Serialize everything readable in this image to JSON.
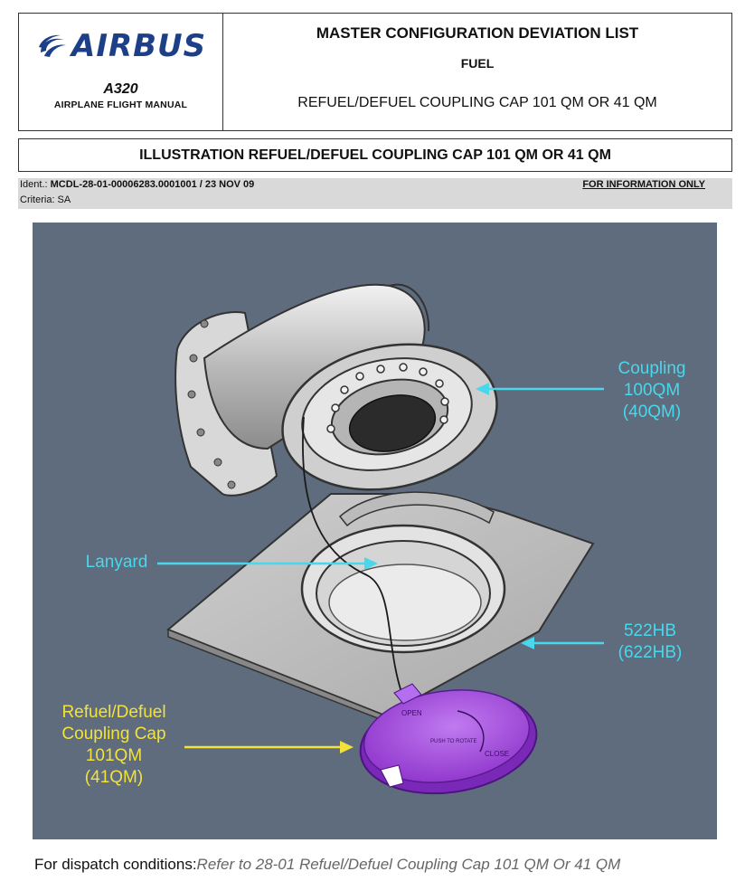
{
  "header": {
    "brand": "AIRBUS",
    "model": "A320",
    "manual": "AIRPLANE FLIGHT MANUAL",
    "title": "MASTER CONFIGURATION DEVIATION LIST",
    "chapter": "FUEL",
    "item": "REFUEL/DEFUEL COUPLING CAP 101 QM OR 41 QM"
  },
  "banner": "ILLUSTRATION REFUEL/DEFUEL COUPLING CAP 101 QM OR 41 QM",
  "ident": {
    "label": "Ident.:",
    "value": "MCDL-28-01-00006283.0001001 / 23 NOV 09",
    "criteria": "Criteria: SA",
    "notice": "FOR INFORMATION ONLY"
  },
  "figure": {
    "coupling": [
      "Coupling",
      "100QM",
      "(40QM)"
    ],
    "lanyard": "Lanyard",
    "panel": [
      "522HB",
      "(622HB)"
    ],
    "cap": [
      "Refuel/Defuel",
      "Coupling Cap",
      "101QM",
      "(41QM)"
    ],
    "cap_text": [
      "OPEN",
      "CLOSE",
      "PUSH TO ROTATE"
    ],
    "colors": {
      "callout": "#49d7eb",
      "cap_label": "#f2e23b",
      "cap": "#9b3fd8",
      "background": "#5e6c7d"
    }
  },
  "footer": {
    "label": "For dispatch conditions:",
    "reference": "Refer to 28-01 Refuel/Defuel Coupling Cap 101 QM Or 41 QM"
  }
}
